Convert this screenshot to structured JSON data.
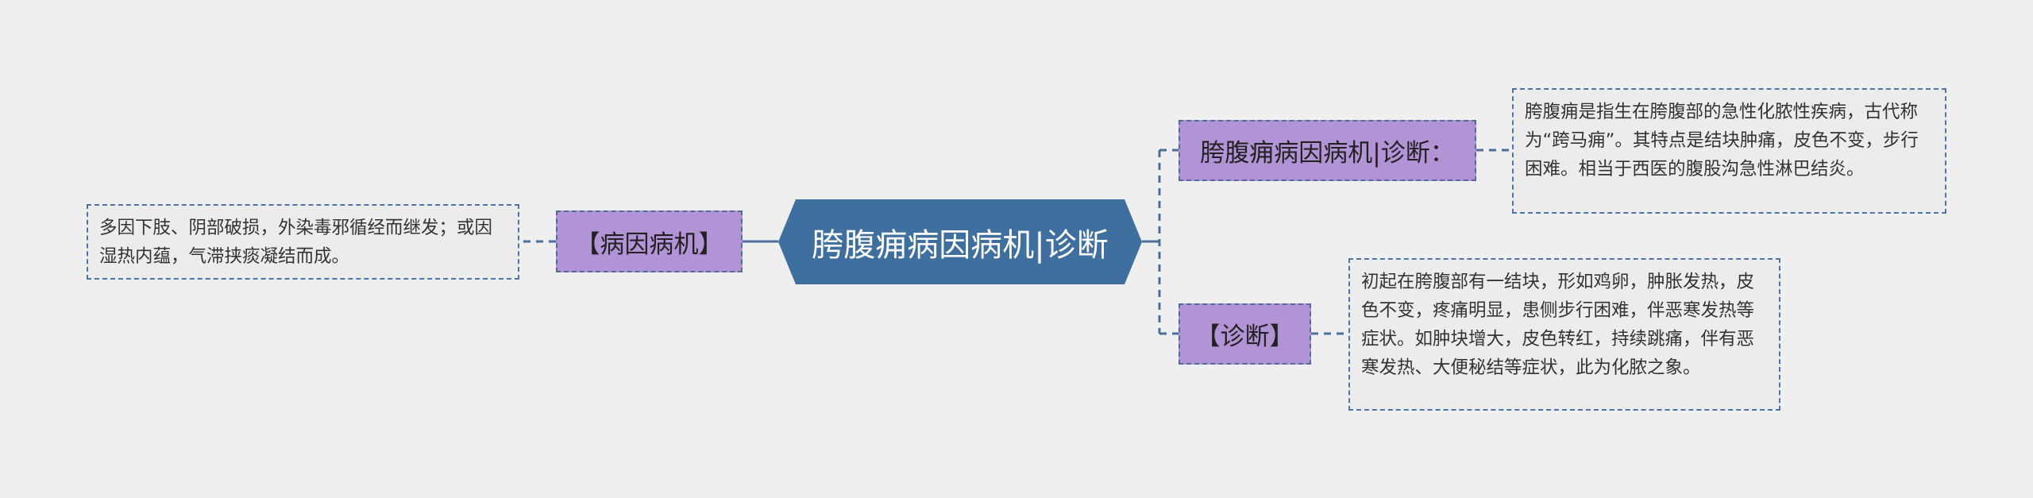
{
  "colors": {
    "background": "#efefef",
    "root_fill": "#3e6f9e",
    "branch_fill": "#b293d6",
    "leaf_fill": "#ececec",
    "connector": "#4a6f9a"
  },
  "root": {
    "label": "胯腹痈病因病机|诊断"
  },
  "branches": {
    "cause": {
      "label": "【病因病机】",
      "detail": "多因下肢、阴部破损，外染毒邪循经而继发；或因湿热内蕴，气滞挟痰凝结而成。"
    },
    "definition": {
      "label": "胯腹痈病因病机|诊断：",
      "detail": "胯腹痈是指生在胯腹部的急性化脓性疾病，古代称为“跨马痈”。其特点是结块肿痛，皮色不变，步行困难。相当于西医的腹股沟急性淋巴结炎。"
    },
    "diagnosis": {
      "label": "【诊断】",
      "detail": "初起在胯腹部有一结块，形如鸡卵，肿胀发热，皮色不变，疼痛明显，患侧步行困难，伴恶寒发热等症状。如肿块增大，皮色转红，持续跳痛，伴有恶寒发热、大便秘结等症状，此为化脓之象。"
    }
  }
}
